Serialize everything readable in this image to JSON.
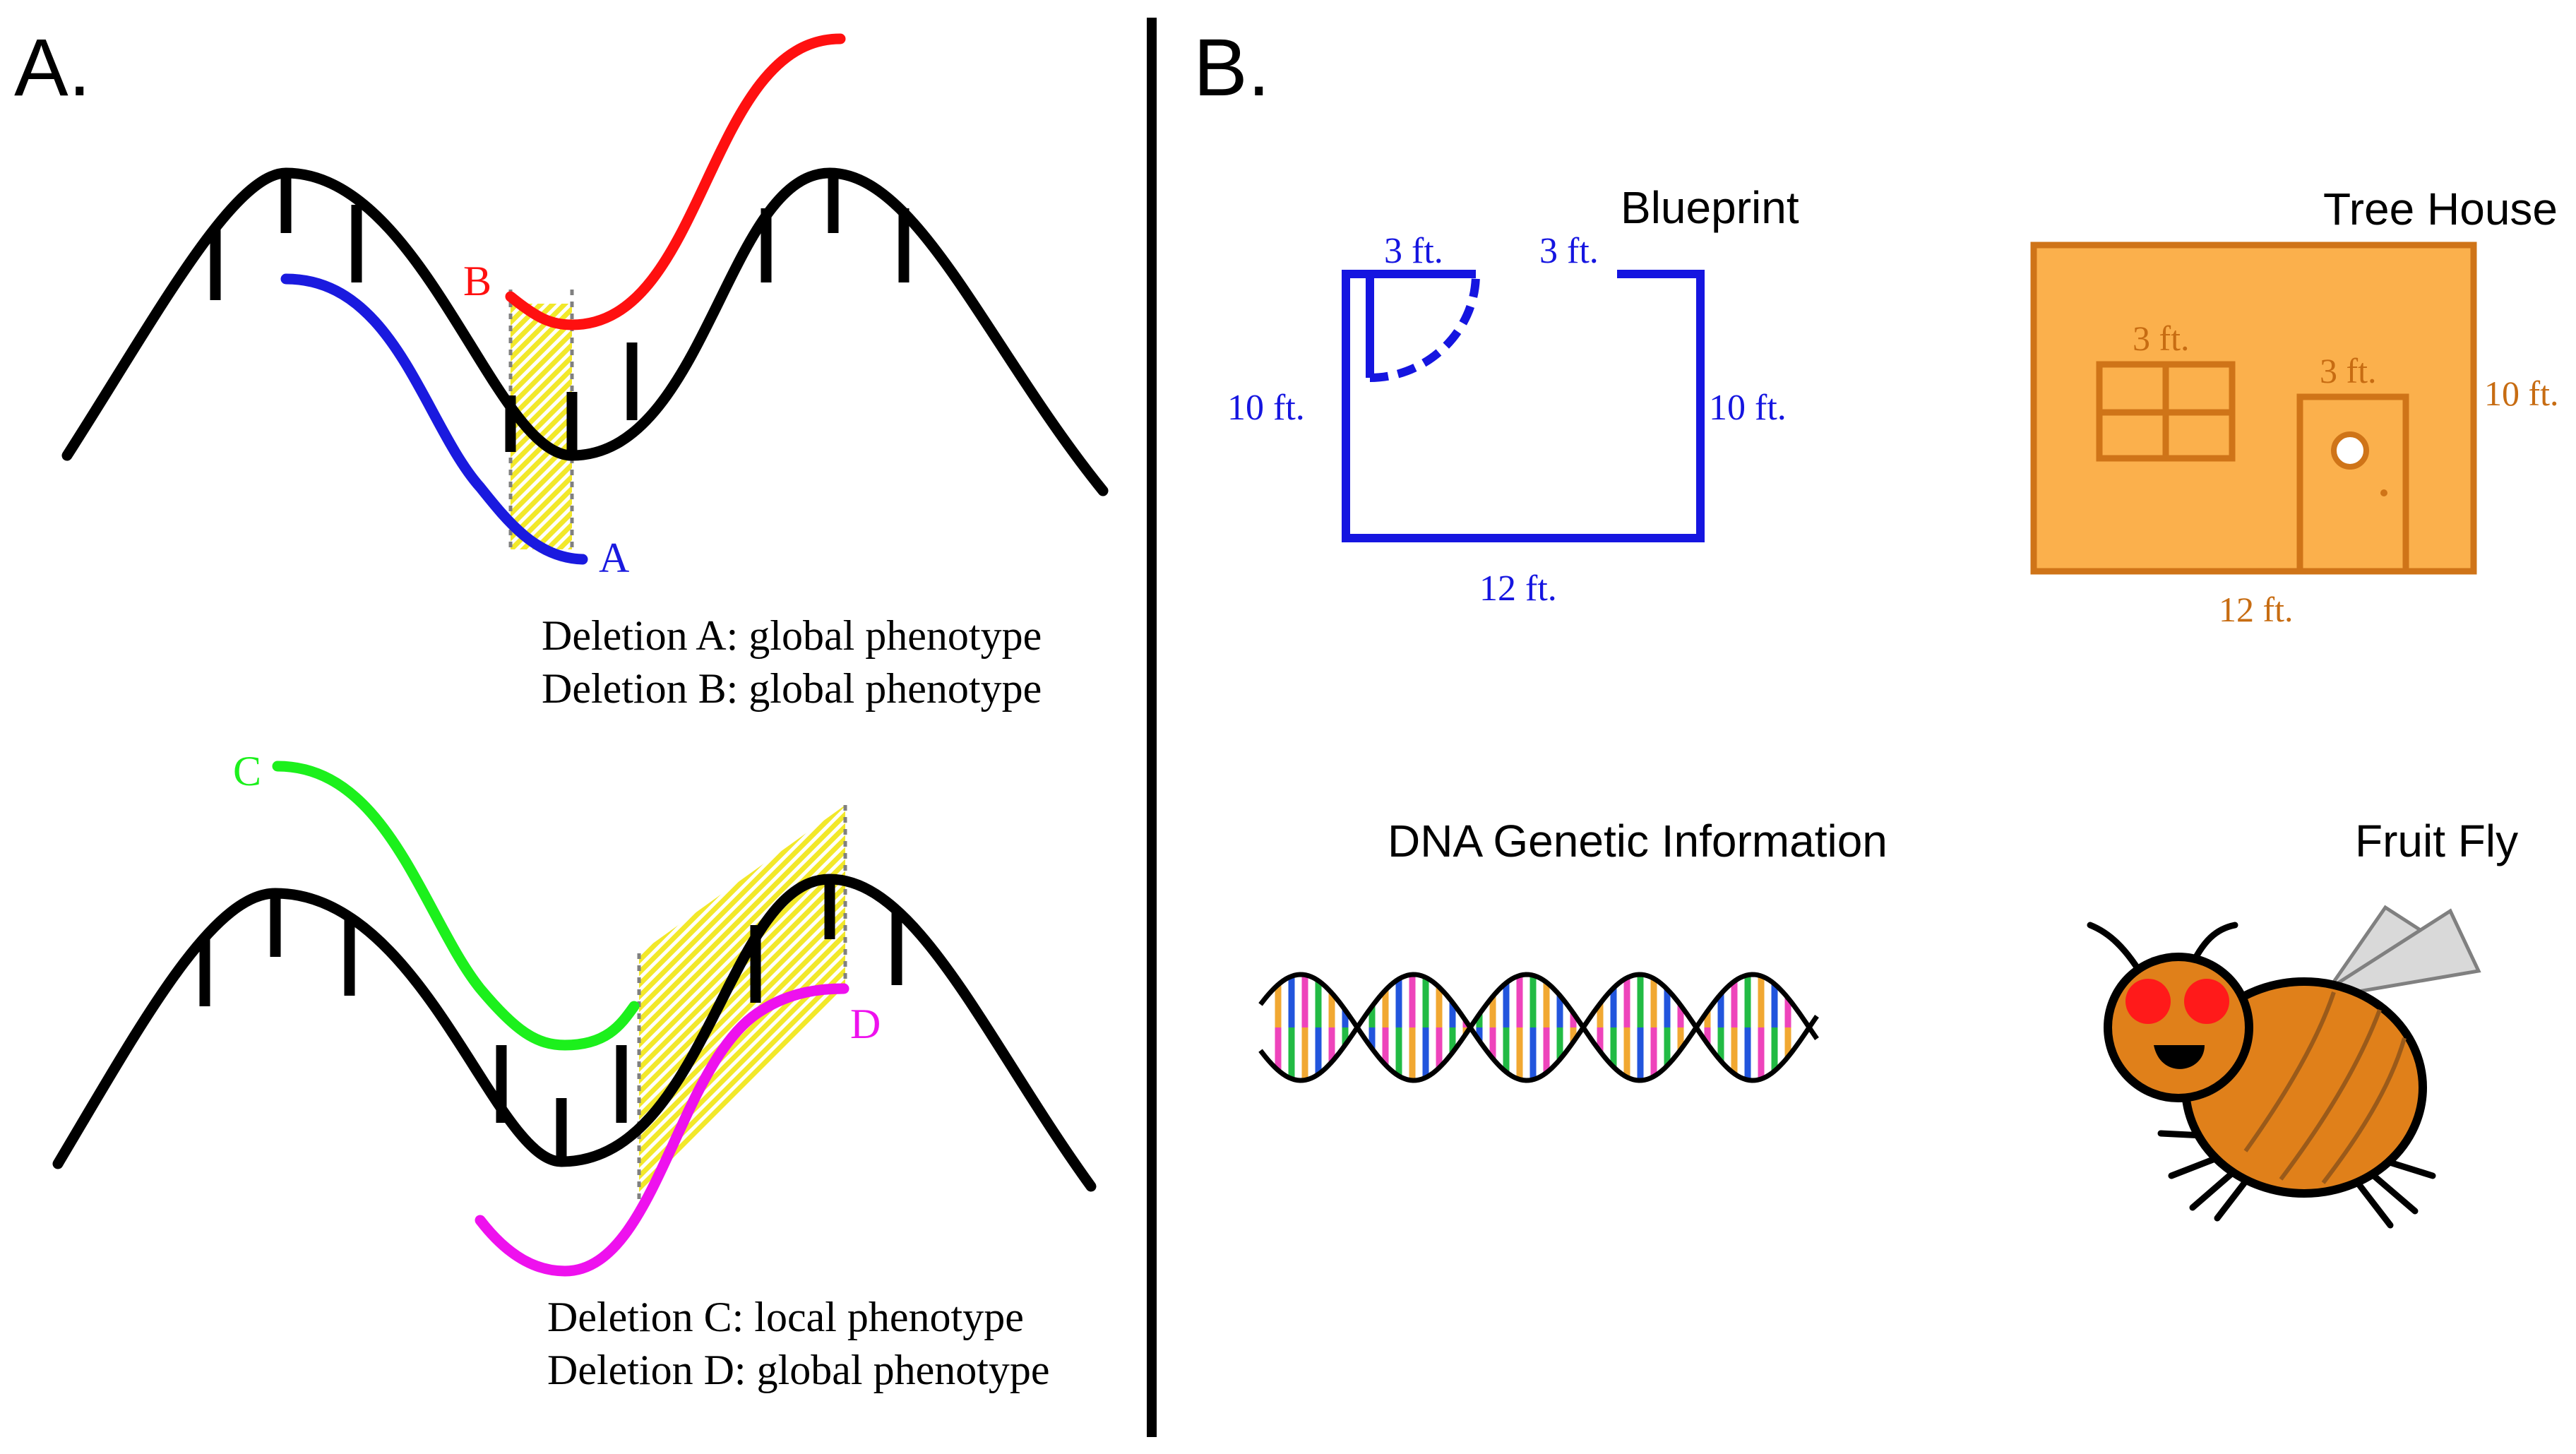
{
  "panel_a": {
    "label": "A.",
    "top": {
      "deletion_a_label": "A",
      "deletion_b_label": "B",
      "caption_line1": "Deletion A: global phenotype",
      "caption_line2": "Deletion B: global phenotype"
    },
    "bottom": {
      "deletion_c_label": "C",
      "deletion_d_label": "D",
      "caption_line1": "Deletion C: local phenotype",
      "caption_line2": "Deletion D: global phenotype"
    }
  },
  "panel_b": {
    "label": "B.",
    "blueprint": {
      "title": "Blueprint",
      "dim_top_left": "3 ft.",
      "dim_top_right": "3 ft.",
      "dim_left": "10 ft.",
      "dim_right": "10 ft.",
      "dim_bottom": "12 ft."
    },
    "tree_house": {
      "title": "Tree House",
      "dim_window": "3 ft.",
      "dim_door": "3 ft.",
      "dim_right": "10 ft.",
      "dim_bottom": "12 ft."
    },
    "dna": {
      "title": "DNA Genetic Information"
    },
    "fly": {
      "title": "Fruit Fly"
    }
  },
  "colors": {
    "deletion_a": "#1a1adf",
    "deletion_b": "#ff1010",
    "deletion_c": "#1cf01c",
    "deletion_d": "#ee11ee",
    "hatch": "#f2e82a",
    "blueprint": "#1515e0",
    "tree_house_fill": "#fbb04c",
    "tree_house_stroke": "#cf7418",
    "tree_house_text": "#c76c12",
    "fly_body": "#e0801a",
    "fly_eye": "#ff1a1a",
    "wing": "#d9d9d9",
    "base_pairs": [
      "#f1a832",
      "#2255dd",
      "#ee44bb",
      "#22bb44"
    ]
  }
}
